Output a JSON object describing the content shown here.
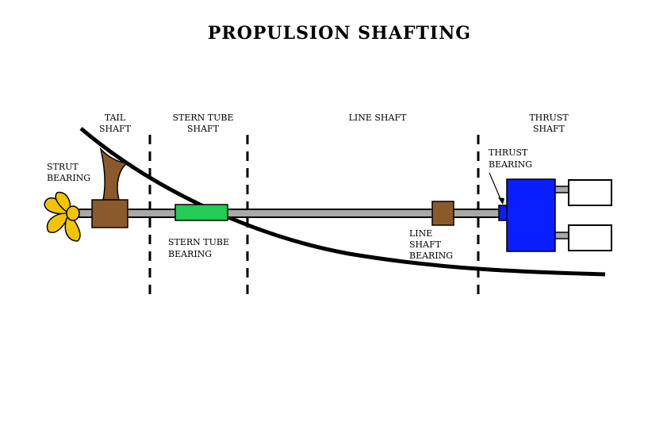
{
  "title": "PROPULSION  SHAFTING",
  "sections": {
    "tail_shaft": [
      "TAIL",
      "SHAFT"
    ],
    "stern_tube_shaft": [
      "STERN TUBE",
      "SHAFT"
    ],
    "line_shaft": [
      "LINE SHAFT"
    ],
    "thrust_shaft": [
      "THRUST",
      "SHAFT"
    ]
  },
  "components": {
    "strut_bearing": [
      "STRUT",
      "BEARING"
    ],
    "stern_tube_bearing": [
      "STERN TUBE",
      "BEARING"
    ],
    "line_shaft_bearing": [
      "LINE",
      "SHAFT",
      "BEARING"
    ],
    "thrust_bearing": [
      "THRUST",
      "BEARING"
    ]
  },
  "colors": {
    "propeller": "#f2c400",
    "strut": "#8b5a2b",
    "stern_tube_bearing": "#22cc55",
    "line_shaft_bearing": "#8b5a2b",
    "thrust_bearing": "#0a1fff",
    "shaft": "#a8a8a8",
    "hull": "#000000"
  }
}
